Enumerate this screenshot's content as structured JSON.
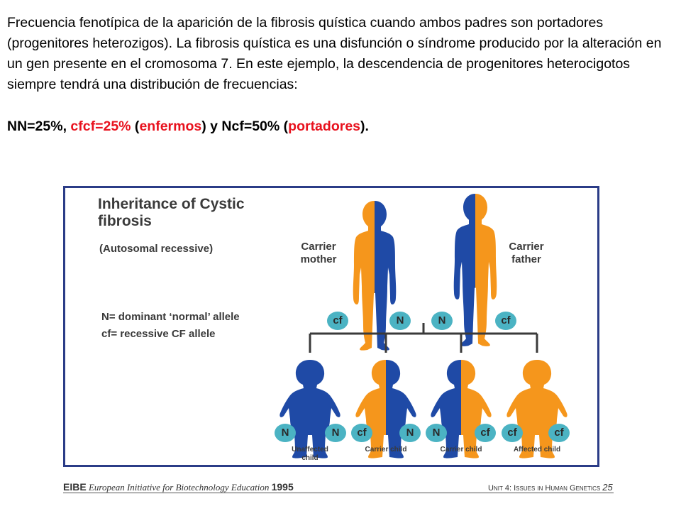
{
  "intro_text": "Frecuencia fenotípica de la aparición de la fibrosis quística cuando ambos padres son portadores (progenitores heterozigos). La fibrosis quística es una disfunción o síndrome producido por la alteración en un gen presente en el cromosoma 7. En este ejemplo, la descendencia de progenitores heterocigotos siempre tendrá una distribución de frecuencias:",
  "summary": {
    "part1": "NN=25%, ",
    "part2": "cfcf=25%",
    "part3": "  (",
    "part4": "enfermos",
    "part5": ") y Ncf=50% (",
    "part6": "portadores",
    "part7": ")."
  },
  "figure": {
    "title": "Inheritance of Cystic fibrosis",
    "subtitle": "(Autosomal recessive)",
    "legend": [
      "N= dominant ‘normal’ allele",
      "cf= recessive CF allele"
    ],
    "parents": [
      {
        "label": "Carrier mother",
        "alleles": [
          "cf",
          "N"
        ]
      },
      {
        "label": "Carrier father",
        "alleles": [
          "N",
          "cf"
        ]
      }
    ],
    "children": [
      {
        "label": "Unaffected child",
        "alleles": [
          "N",
          "N"
        ]
      },
      {
        "label": "Carrier child",
        "alleles": [
          "cf",
          "N"
        ]
      },
      {
        "label": "Carrier child",
        "alleles": [
          "N",
          "cf"
        ]
      },
      {
        "label": "Affected child",
        "alleles": [
          "cf",
          "cf"
        ]
      }
    ]
  },
  "footer": {
    "brand": "EIBE",
    "org": " European Initiative for Biotechnology Education ",
    "year": "1995",
    "unit": "Unit 4: Issues in Human Genetics",
    "page": "25"
  },
  "colors": {
    "orange": "#f5961c",
    "blue": "#1f4aa6",
    "allele_disc": "#4bb3c3",
    "frame": "#2b3c87",
    "emphasis": "#e8121e"
  },
  "icons": {
    "parent_figure": "standing-person-icon",
    "child_figure": "child-figure-icon"
  }
}
